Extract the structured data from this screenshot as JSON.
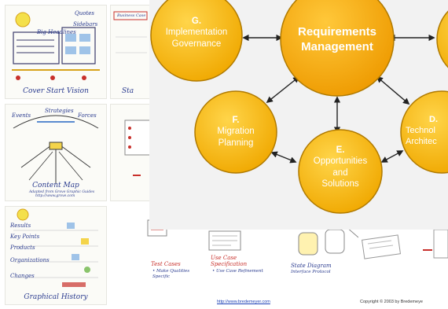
{
  "sketches": {
    "cover_start_vision": {
      "caption": "Cover Start Vision",
      "notes": [
        "Quotes",
        "Big Headlines",
        "Sidebars"
      ]
    },
    "content_map": {
      "caption": "Content Map",
      "notes": [
        "Events",
        "Strategies",
        "Forces"
      ],
      "credit": "Adapted from Grove Graphic Guides",
      "credit_url": "http://www.grove.com"
    },
    "graphical_history": {
      "caption": "Graphical History",
      "notes": [
        "Results",
        "Key Points",
        "Products",
        "Organizations",
        "Changes"
      ]
    },
    "business_scenario": {
      "caption": "Business Case",
      "partial": "Sta"
    },
    "test_cases": {
      "title": "Test Cases",
      "sub": "• Make Qualities Specific"
    },
    "use_case": {
      "title": "Use Case Specification",
      "sub": "• Use Case Refinement"
    },
    "state_diagram": {
      "title": "State Diagram",
      "sub": "Interface Protocol"
    }
  },
  "footer": {
    "url": "http://www.bredemeyer.com",
    "copyright": "Copyright © 2003 by Bredemeye"
  },
  "diagram": {
    "center": {
      "letter": "",
      "name": "Requirements\nManagement"
    },
    "nodes": [
      {
        "key": "g",
        "letter": "G.",
        "name": "Implementation\nGovernance"
      },
      {
        "key": "f",
        "letter": "F.",
        "name": "Migration\nPlanning"
      },
      {
        "key": "e",
        "letter": "E.",
        "name": "Opportunities\nand\nSolutions"
      },
      {
        "key": "d",
        "letter": "D.",
        "name": "Technol\nArchitec"
      }
    ],
    "colors": {
      "node_fill": "#f5b400",
      "node_fill_center": "#f3a500",
      "node_stroke": "#b07a00",
      "arrow": "#222222",
      "background": "#f2f2f2"
    }
  }
}
